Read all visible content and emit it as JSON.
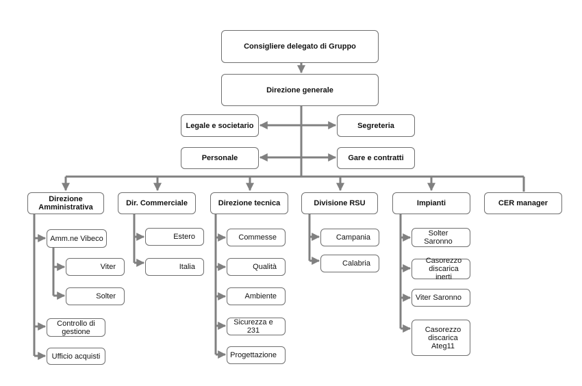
{
  "top": "Consigliere delegato di Gruppo",
  "general": "Direzione generale",
  "staff": {
    "legale": "Legale e societario",
    "segreteria": "Segreteria",
    "personale": "Personale",
    "gare": "Gare e contratti"
  },
  "divisions": {
    "amministrativa": {
      "title": "Direzione Amministrativa",
      "items": [
        "Amm.ne Vibeco",
        "Viter",
        "Solter",
        "Controllo di gestione",
        "Ufficio acquisti"
      ]
    },
    "commerciale": {
      "title": "Dir. Commerciale",
      "items": [
        "Estero",
        "Italia"
      ]
    },
    "tecnica": {
      "title": "Direzione tecnica",
      "items": [
        "Commesse",
        "Qualità",
        "Ambiente",
        "Sicurezza e 231",
        "Progettazione"
      ]
    },
    "rsu": {
      "title": "Divisione RSU",
      "items": [
        "Campania",
        "Calabria"
      ]
    },
    "impianti": {
      "title": "Impianti",
      "items": [
        "Solter Saronno",
        "Casorezzo discarica inerti",
        "Viter Saronno",
        "Casorezzo discarica Ateg11"
      ]
    },
    "cer": {
      "title": "CER manager"
    }
  },
  "colors": {
    "line": "#808080",
    "border": "#6e6e6e"
  }
}
